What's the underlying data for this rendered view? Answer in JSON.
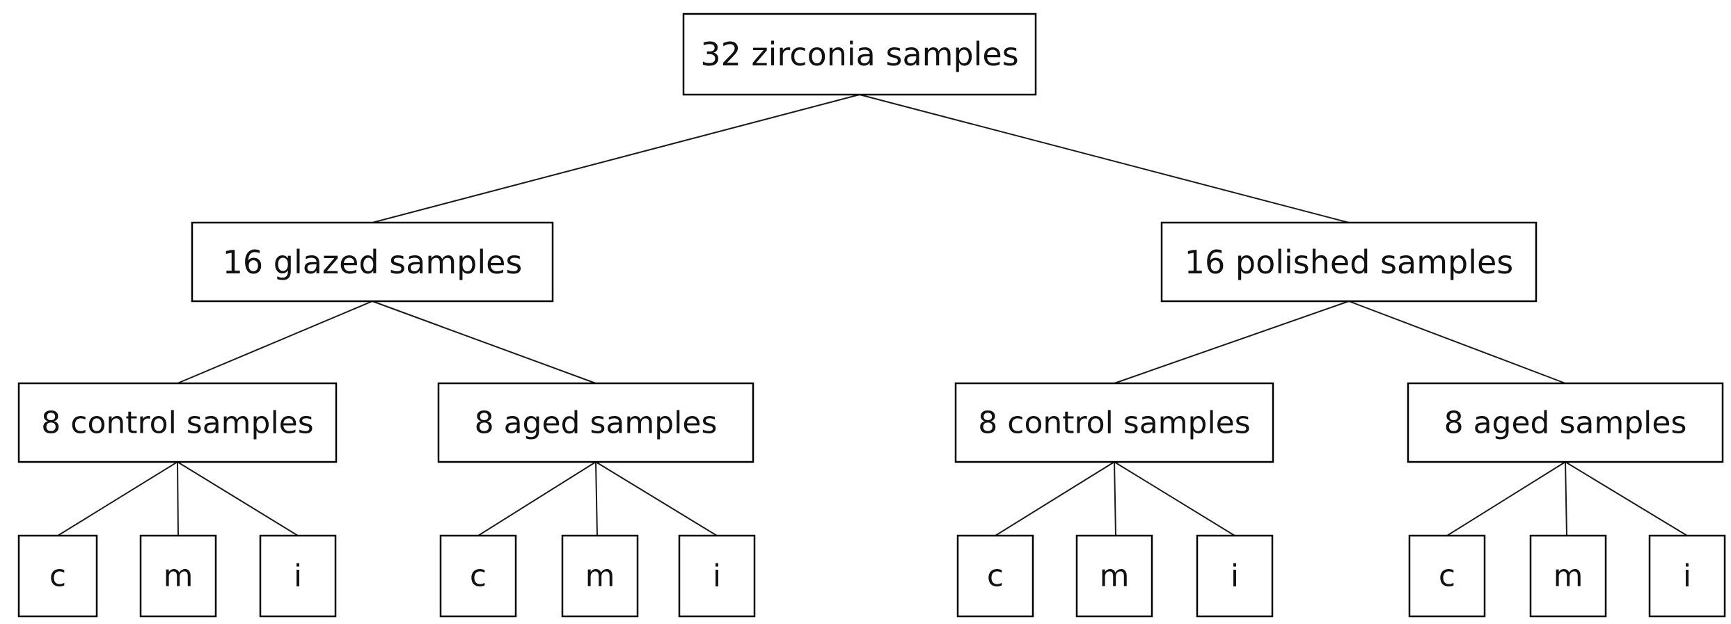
{
  "root": {
    "label": "32 zirconia samples",
    "children": [
      {
        "label": "16 glazed samples",
        "children": [
          {
            "label": "8 control samples",
            "children": [
              {
                "label": "c"
              },
              {
                "label": "m"
              },
              {
                "label": "i"
              }
            ]
          },
          {
            "label": "8 aged samples",
            "children": [
              {
                "label": "c"
              },
              {
                "label": "m"
              },
              {
                "label": "i"
              }
            ]
          }
        ]
      },
      {
        "label": "16 polished samples",
        "children": [
          {
            "label": "8 control samples",
            "children": [
              {
                "label": "c"
              },
              {
                "label": "m"
              },
              {
                "label": "i"
              }
            ]
          },
          {
            "label": "8 aged samples",
            "children": [
              {
                "label": "c"
              },
              {
                "label": "m"
              },
              {
                "label": "i"
              }
            ]
          }
        ]
      }
    ]
  }
}
